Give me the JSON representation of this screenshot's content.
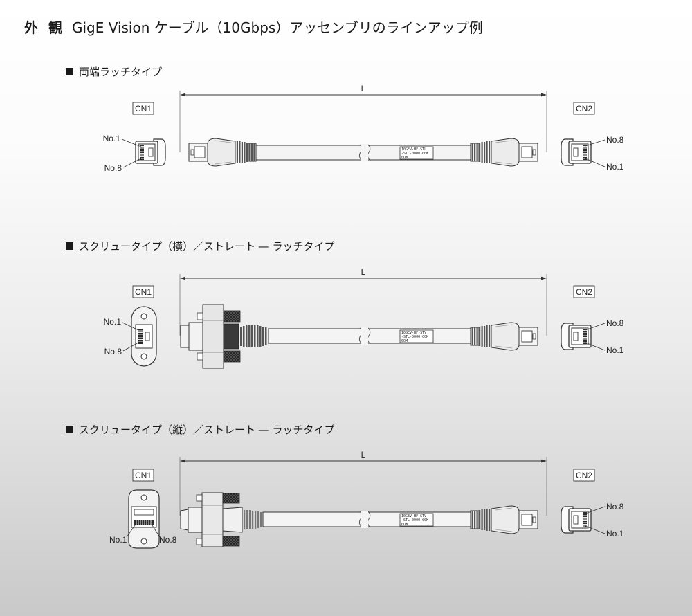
{
  "page": {
    "title_lead": "外 観",
    "title_text": "GigE Vision ケーブル（10Gbps）アッセンブリのラインアップ例"
  },
  "sections": [
    {
      "title": "両端ラッチタイプ",
      "length_label": "L",
      "cn1": {
        "label": "CN1",
        "pin_top": "No.1",
        "pin_bottom": "No.8"
      },
      "cn2": {
        "label": "CN2",
        "pin_top": "No.8",
        "pin_bottom": "No.1"
      },
      "cable_tag": [
        "10GEV-HF-STL",
        "-STL-0000-00K",
        "0OM"
      ]
    },
    {
      "title": "スクリュータイプ（横）／ストレート ― ラッチタイプ",
      "length_label": "L",
      "cn1": {
        "label": "CN1",
        "pin_top": "No.1",
        "pin_bottom": "No.8"
      },
      "cn2": {
        "label": "CN2",
        "pin_top": "No.8",
        "pin_bottom": "No.1"
      },
      "cable_tag": [
        "10GEV-HF-STY",
        "-STL-0000-00K",
        "0OM"
      ]
    },
    {
      "title": "スクリュータイプ（縦）／ストレート ― ラッチタイプ",
      "length_label": "L",
      "cn1": {
        "label": "CN1",
        "pin_top": "No.1",
        "pin_bottom": "No.8"
      },
      "cn2": {
        "label": "CN2",
        "pin_top": "No.8",
        "pin_bottom": "No.1"
      },
      "cable_tag": [
        "10GEV-HF-STV",
        "-STL-0000-00K",
        "0OM"
      ]
    }
  ]
}
